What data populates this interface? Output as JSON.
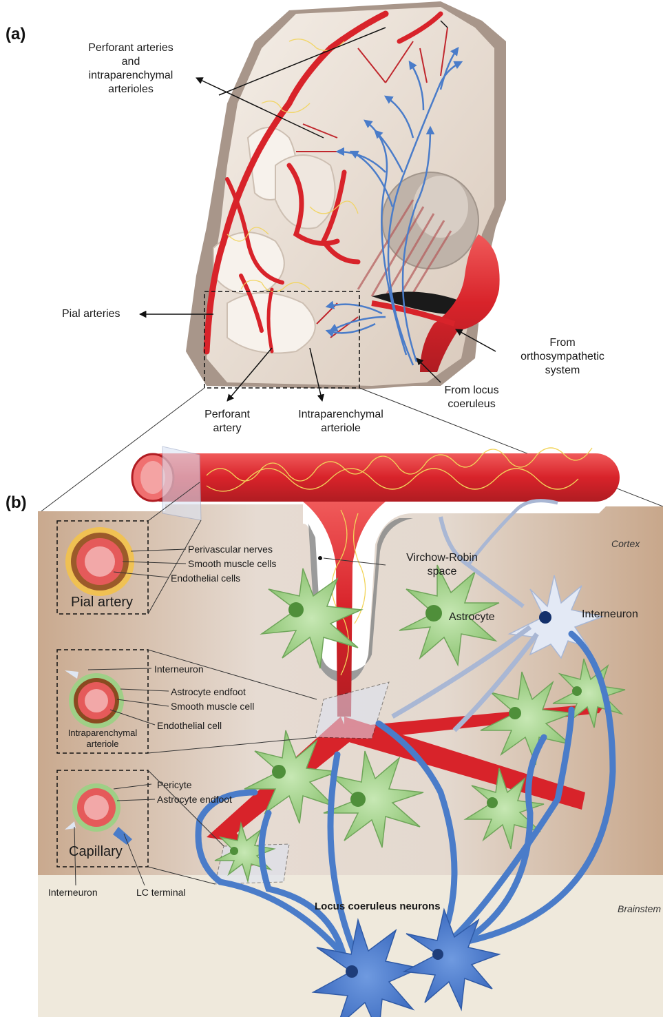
{
  "panel_a": {
    "label": "(a)",
    "labels": {
      "perforant_arteries_l1": "Perforant arteries",
      "perforant_arteries_l2": "and",
      "perforant_arteries_l3": "intraparenchymal",
      "perforant_arteries_l4": "arterioles",
      "pial_arteries": "Pial arteries",
      "orthosympathetic_l1": "From",
      "orthosympathetic_l2": "orthosympathetic",
      "orthosympathetic_l3": "system",
      "locus_l1": "From locus",
      "locus_l2": "coeruleus",
      "perforant_artery_l1": "Perforant",
      "perforant_artery_l2": "artery",
      "intraparenchymal_arteriole_l1": "Intraparenchymal",
      "intraparenchymal_arteriole_l2": "arteriole"
    }
  },
  "panel_b": {
    "label": "(b)",
    "regions": {
      "cortex": "Cortex",
      "brainstem": "Brainstem"
    },
    "labels": {
      "virchow_l1": "Virchow-Robin",
      "virchow_l2": "space",
      "astrocyte": "Astrocyte",
      "interneuron": "Interneuron",
      "locus_neurons": "Locus coeruleus neurons"
    },
    "insets": {
      "pial": {
        "title": "Pial artery",
        "items": [
          "Perivascular nerves",
          "Smooth muscle cells",
          "Endothelial cells"
        ]
      },
      "arteriole": {
        "title_l1": "Intraparenchymal",
        "title_l2": "arteriole",
        "items": [
          "Interneuron",
          "Astrocyte endfoot",
          "Smooth muscle cell",
          "Endothelial cell"
        ]
      },
      "capillary": {
        "title": "Capillary",
        "items": [
          "Pericyte",
          "Astrocyte endfoot"
        ],
        "bottom_left": "Interneuron",
        "bottom_right": "LC terminal"
      }
    }
  },
  "colors": {
    "artery": "#d8232a",
    "artery_light": "#f06a6a",
    "noradrenergic": "#4a7cc9",
    "astrocyte": "#9fcf86",
    "interneuron": "#dfe6f2",
    "cortex_bg": "#d9c2ae",
    "brainstem_bg": "#efe9dc",
    "nerve": "#f2d45a"
  }
}
